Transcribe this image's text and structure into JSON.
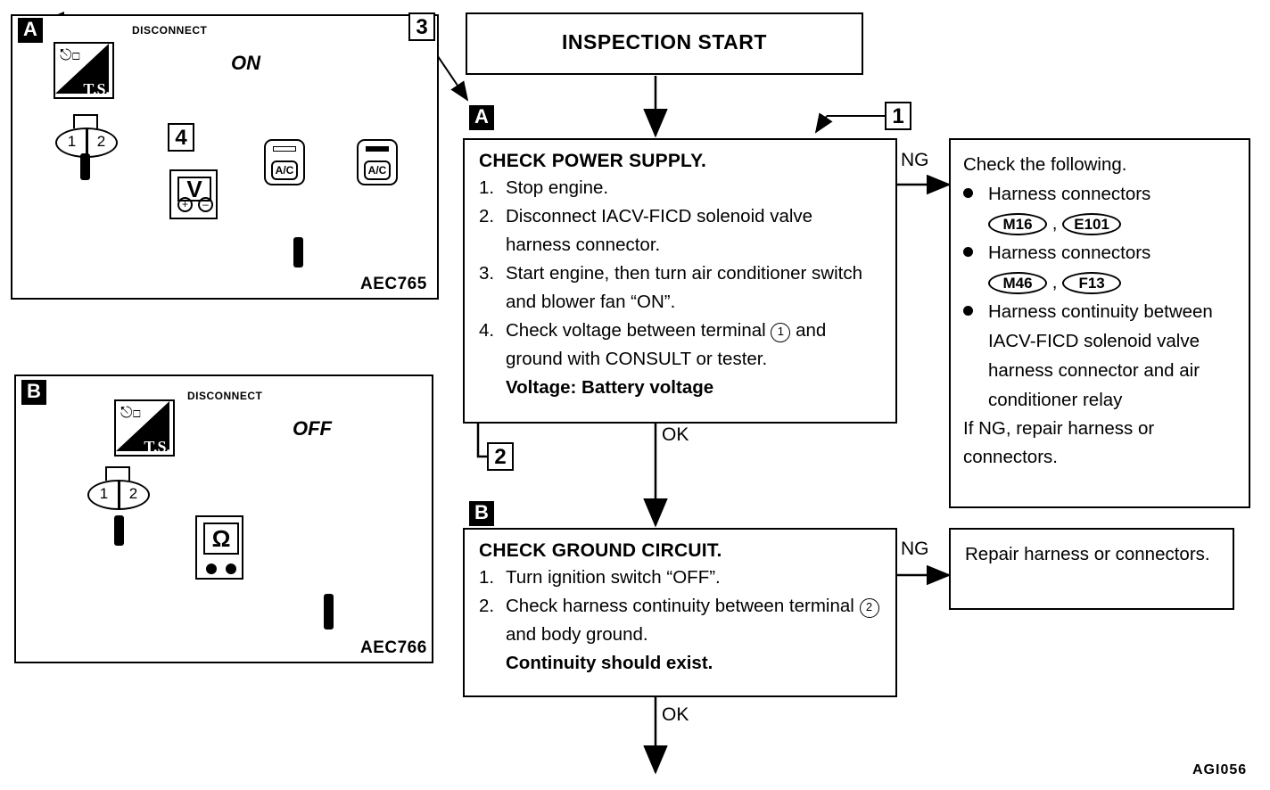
{
  "figure": {
    "code": "AGI056"
  },
  "flow": {
    "start": {
      "label": "INSPECTION START"
    },
    "step_a": {
      "marker": "A",
      "callout": "1",
      "heading": "CHECK POWER SUPPLY.",
      "steps": [
        {
          "num": "1.",
          "text": "Stop engine."
        },
        {
          "num": "2.",
          "text": "Disconnect IACV-FICD solenoid valve harness connector."
        },
        {
          "num": "3.",
          "text": "Start engine, then turn air conditioner switch and blower fan “ON”."
        },
        {
          "num": "4.",
          "text_before": "Check voltage between terminal",
          "terminal": "1",
          "text_after": "and ground with CONSULT or tester."
        }
      ],
      "result": "Voltage: Battery voltage",
      "ng_label": "NG",
      "ok_label": "OK",
      "back_callout": "2"
    },
    "ng_a": {
      "intro": "Check the following.",
      "items": [
        {
          "text": "Harness connectors",
          "ovals": [
            "M16",
            "E101"
          ]
        },
        {
          "text": "Harness connectors",
          "ovals": [
            "M46",
            "F13"
          ]
        },
        {
          "text": "Harness continuity between IACV-FICD solenoid valve harness connector and air conditioner relay",
          "ovals": []
        }
      ],
      "footer": "If NG, repair harness or connectors."
    },
    "step_b": {
      "marker": "B",
      "heading": "CHECK GROUND CIRCUIT.",
      "steps": [
        {
          "num": "1.",
          "text": "Turn ignition switch “OFF”."
        },
        {
          "num": "2.",
          "text_before": "Check harness continuity between terminal",
          "terminal": "2",
          "text_after": "and body ground."
        }
      ],
      "result": "Continuity should exist.",
      "ng_label": "NG",
      "ok_label": "OK"
    },
    "ng_b": {
      "text": "Repair harness or connectors."
    }
  },
  "illustrations": {
    "panel_a": {
      "marker": "A",
      "callout_3": "3",
      "callout_4": "4",
      "figcode": "AEC765",
      "icons": {
        "ts": "T.S.",
        "disconnect": "DISCONNECT",
        "ignition": "ON",
        "engine": "engine-running-icon"
      },
      "connector": {
        "pin1": "1",
        "pin2": "2"
      },
      "meter": {
        "symbol": "V",
        "positive": "+",
        "negative": "–"
      },
      "ac_switch": {
        "label": "A/C"
      }
    },
    "panel_b": {
      "marker": "B",
      "figcode": "AEC766",
      "icons": {
        "ts": "T.S.",
        "disconnect": "DISCONNECT",
        "ignition": "OFF"
      },
      "connector": {
        "pin1": "1",
        "pin2": "2"
      },
      "meter": {
        "symbol": "Ω"
      }
    }
  }
}
